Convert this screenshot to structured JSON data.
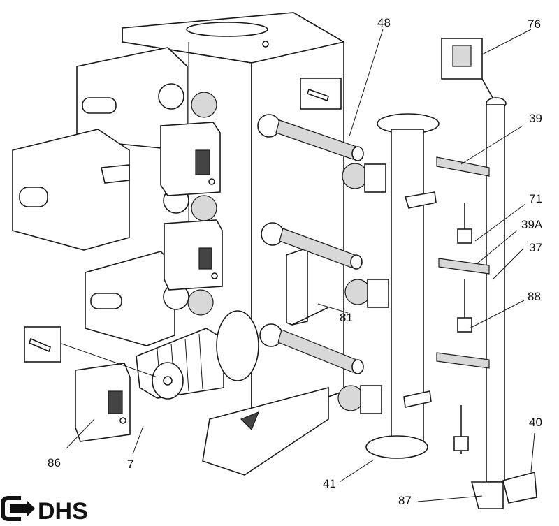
{
  "callouts": {
    "c48": "48",
    "c76": "76",
    "c39": "39",
    "c71": "71",
    "c39a": "39A",
    "c37": "37",
    "c88": "88",
    "c81": "81",
    "c40": "40",
    "c87": "87",
    "c41": "41",
    "c86": "86",
    "c7": "7"
  },
  "logo": {
    "text": "DHS",
    "icon": "arrow-right-icon"
  },
  "colors": {
    "ink": "#1a1a1a",
    "paper": "#ffffff",
    "shade": "#d8d8d8"
  }
}
